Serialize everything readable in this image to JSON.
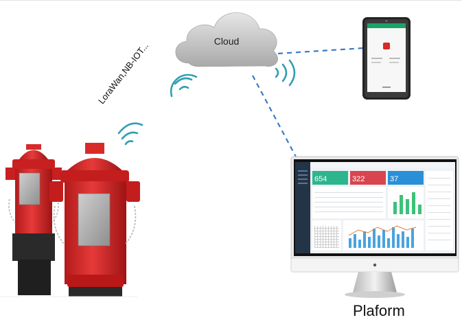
{
  "labels": {
    "cloud": "Cloud",
    "link": "LoraWan,NB-IOT...",
    "platform": "Plaform"
  },
  "colors": {
    "hydrant_red": "#d92a2a",
    "dash_blue": "#3b79c4",
    "wave_teal": "#2f9fb0",
    "tile_green": "#2db58d",
    "tile_red": "#d9454f",
    "tile_blue": "#2a8fd6"
  },
  "dashboard": {
    "tiles": [
      {
        "value": "654"
      },
      {
        "value": "322"
      },
      {
        "value": "37"
      }
    ]
  }
}
